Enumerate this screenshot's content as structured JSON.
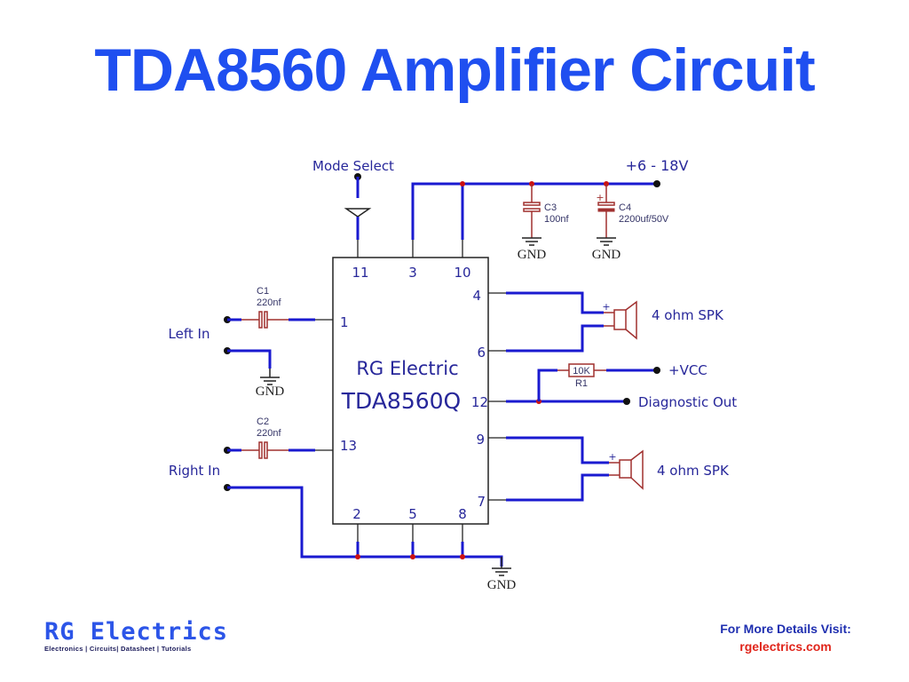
{
  "title": "TDA8560 Amplifier Circuit",
  "colors": {
    "title": "#1f4ff0",
    "wire": "#1a1ad0",
    "component": "#a0302f",
    "junction": "#cc1111",
    "label": "#27279a",
    "link": "#e0251b"
  },
  "ic": {
    "brand": "RG Electric",
    "part": "TDA8560Q",
    "pins": {
      "top": [
        "11",
        "3",
        "10"
      ],
      "left": [
        "1",
        "13"
      ],
      "right": [
        "4",
        "6",
        "12",
        "9",
        "7"
      ],
      "bottom": [
        "2",
        "5",
        "8"
      ]
    }
  },
  "labels": {
    "mode_select": "Mode Select",
    "supply": "+6 - 18V",
    "left_in": "Left In",
    "right_in": "Right In",
    "vcc": "+VCC",
    "diag_out": "Diagnostic Out",
    "gnd": "GND",
    "spk1": "4 ohm SPK",
    "spk2": "4 ohm SPK",
    "plus": "+"
  },
  "components": {
    "c1": {
      "ref": "C1",
      "value": "220nf"
    },
    "c2": {
      "ref": "C2",
      "value": "220nf"
    },
    "c3": {
      "ref": "C3",
      "value": "100nf"
    },
    "c4": {
      "ref": "C4",
      "value": "2200uf/50V"
    },
    "r1": {
      "ref": "R1",
      "value": "10K"
    }
  },
  "footer": {
    "logo": "RG Electrics",
    "tagline": "Electronics | Circuits| Datasheet | Tutorials",
    "visit_label": "For More Details Visit:",
    "url": "rgelectrics.com"
  }
}
